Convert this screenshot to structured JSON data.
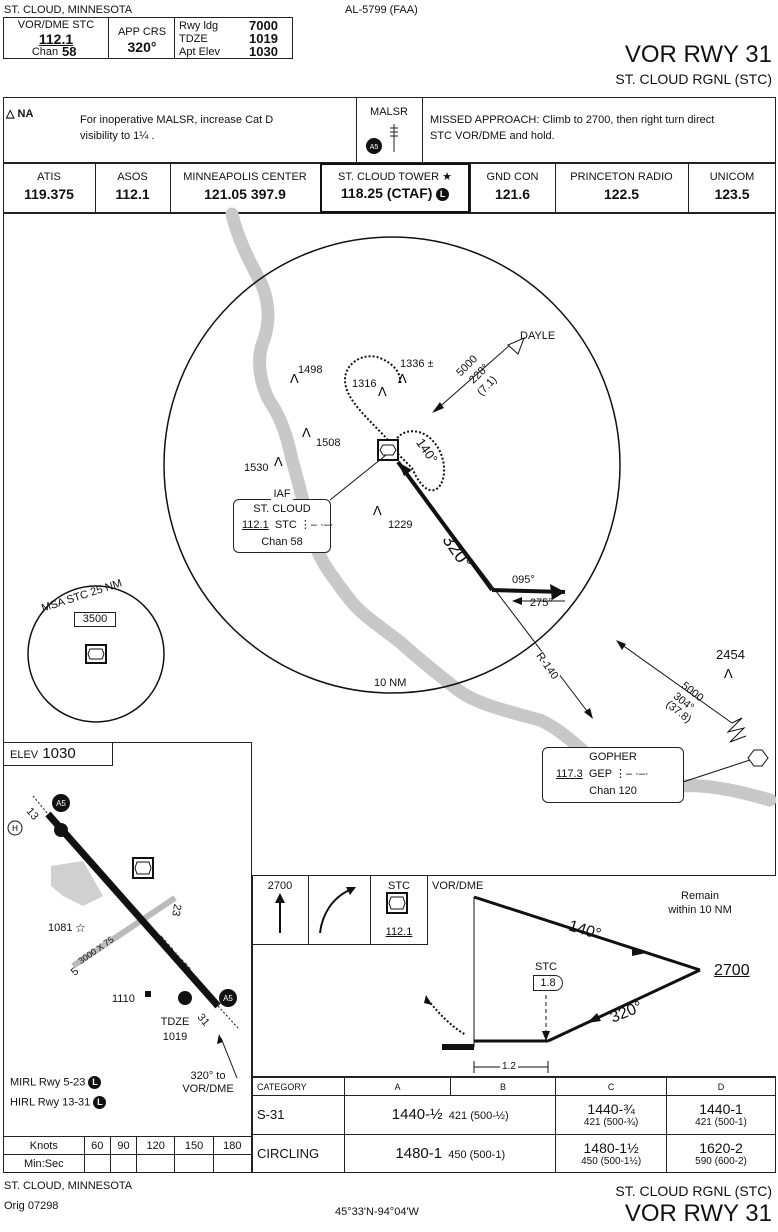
{
  "header": {
    "location": "ST. CLOUD, MINNESOTA",
    "chart_id": "AL-5799 (FAA)",
    "vor_label": "VOR/DME  STC",
    "vor_freq": "112.1",
    "vor_chan_label": "Chan",
    "vor_chan": "58",
    "app_crs_label": "APP CRS",
    "app_crs": "320°",
    "rwy_ldg_label": "Rwy ldg",
    "rwy_ldg": "7000",
    "tdze_label": "TDZE",
    "tdze": "1019",
    "apt_elev_label": "Apt Elev",
    "apt_elev": "1030",
    "procedure_title": "VOR RWY 31",
    "airport_name": "ST. CLOUD RGNL (STC)"
  },
  "notes": {
    "na_label": "NA",
    "note_text_1": "For inoperative MALSR, increase Cat D",
    "note_text_2": "visibility to 1¼ .",
    "malsr_label": "MALSR",
    "missed_approach_1": "MISSED APPROACH: Climb to 2700, then right turn direct",
    "missed_approach_2": "STC VOR/DME and hold."
  },
  "comms": [
    {
      "name": "ATIS",
      "freq": "119.375"
    },
    {
      "name": "ASOS",
      "freq": "112.1"
    },
    {
      "name": "MINNEAPOLIS CENTER",
      "freq": "121.05  397.9"
    },
    {
      "name": "ST. CLOUD TOWER ★",
      "freq": "118.25 (CTAF)"
    },
    {
      "name": "GND CON",
      "freq": "121.6"
    },
    {
      "name": "PRINCETON RADIO",
      "freq": "122.5"
    },
    {
      "name": "UNICOM",
      "freq": "123.5"
    }
  ],
  "plan": {
    "dayle": "DAYLE",
    "dayle_alt": "5000",
    "dayle_crs": "228°",
    "dayle_dist": "(7.1)",
    "ob_1498": "1498",
    "ob_1336": "1336 ±",
    "ob_1316": "1316",
    "ob_1508": "1508",
    "ob_1530": "1530",
    "ob_1229": "1229",
    "hold_crs": "140°",
    "iaf_label": "IAF",
    "iaf_name": "ST. CLOUD",
    "iaf_freq": "112.1",
    "iaf_ident": "STC",
    "iaf_chan": "Chan 58",
    "final_crs": "320°",
    "pt_out": "095°",
    "pt_in": "275°",
    "radial": "R-140",
    "ring": "10 NM",
    "msa_label": "MSA STC 25 NM",
    "msa_alt": "3500",
    "ob_2454": "2454",
    "gopher_alt": "5000",
    "gopher_crs": "304°",
    "gopher_dist": "(37.8)",
    "gopher_name": "GOPHER",
    "gopher_freq": "117.3",
    "gopher_ident": "GEP",
    "gopher_chan": "Chan 120"
  },
  "airport": {
    "elev_label": "ELEV",
    "elev": "1030",
    "ob_1081": "1081",
    "ob_1110": "1110",
    "rwy_13": "13",
    "rwy_23": "23",
    "rwy_5": "5",
    "rwy_31": "31",
    "dim_main": "7000 X 150",
    "dim_cross": "3000 X 75",
    "tdze_label": "TDZE",
    "tdze": "1019",
    "crs_note_1": "320° to",
    "crs_note_2": "VOR/DME",
    "mirl": "MIRL Rwy 5-23",
    "hirl": "HIRL Rwy 13-31"
  },
  "timing": {
    "headers": [
      "Knots",
      "60",
      "90",
      "120",
      "150",
      "180"
    ],
    "row2_label": "Min:Sec"
  },
  "profile": {
    "icon_alt": "2700",
    "icon_stc": "STC",
    "icon_freq": "112.1",
    "vor_dme": "VOR/DME",
    "remain_1": "Remain",
    "remain_2": "within 10 NM",
    "crs_140": "140°",
    "crs_320": "320°",
    "alt_2700": "2700",
    "stc_label": "STC",
    "stc_dme": "1.8",
    "dist_12": "1.2"
  },
  "minimums": {
    "headers": [
      "CATEGORY",
      "A",
      "B",
      "C",
      "D"
    ],
    "rows": [
      {
        "label": "S-31",
        "ab_main": "1440-½",
        "ab_sub": "421 (500-½)",
        "c_main": "1440-¾",
        "c_sub": "421 (500-¾)",
        "d_main": "1440-1",
        "d_sub": "421 (500-1)"
      },
      {
        "label": "CIRCLING",
        "ab_main": "1480-1",
        "ab_sub": "450 (500-1)",
        "c_main": "1480-1½",
        "c_sub": "450 (500-1½)",
        "d_main": "1620-2",
        "d_sub": "590 (600-2)"
      }
    ]
  },
  "footer": {
    "location": "ST. CLOUD, MINNESOTA",
    "orig": "Orig  07298",
    "coords": "45°33'N-94°04'W",
    "airport_name": "ST. CLOUD RGNL (STC)",
    "procedure_title": "VOR RWY 31"
  }
}
